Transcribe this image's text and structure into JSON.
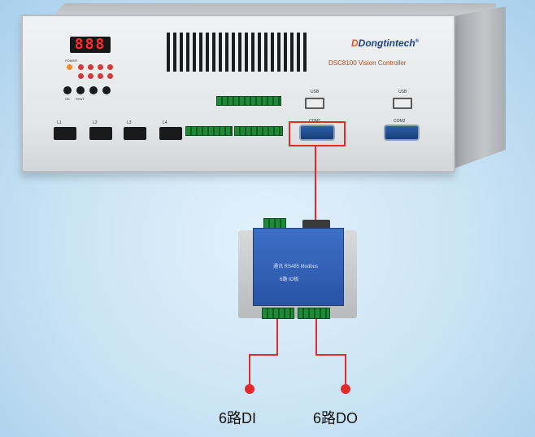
{
  "controller": {
    "display_digits": "888",
    "brand_name": "Dongtintech",
    "brand_mark": "®",
    "model_title": "DSC8100 Vision Controller",
    "panel_labels": [
      "POWER",
      "OK",
      "SHUT",
      "L1",
      "L2",
      "L3",
      "L4"
    ],
    "usb_labels": [
      "USB",
      "USB"
    ],
    "com_labels": [
      "COM1",
      "COM2"
    ]
  },
  "io_module": {
    "text_lines": [
      "通讯 RS485 Modbus",
      "6路 IO板"
    ]
  },
  "outputs": {
    "di_label": "6路DI",
    "do_label": "6路DO"
  },
  "colors": {
    "highlight": "#e32a2a",
    "module_body": "#3566bf",
    "terminal_green": "#1c8a37",
    "background": "#c9e3f4"
  }
}
